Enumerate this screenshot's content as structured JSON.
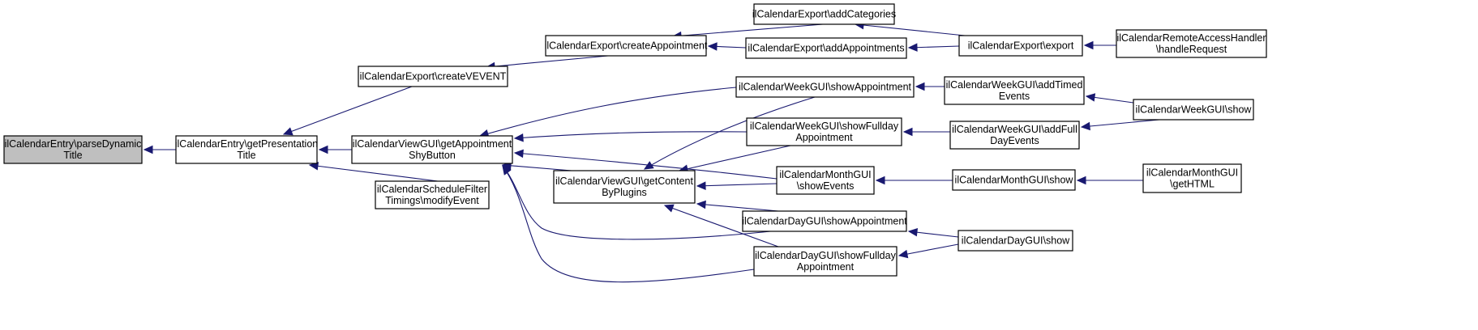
{
  "diagram": {
    "type": "caller-graph",
    "edge_color": "#191970",
    "root_fill": "#bfbfbf",
    "nodes": [
      {
        "id": "parseDynamicTitle",
        "lines": [
          "ilCalendarEntry\\parseDynamic",
          "Title"
        ],
        "root": true
      },
      {
        "id": "getPresentationTitle",
        "lines": [
          "ilCalendarEntry\\getPresentation",
          "Title"
        ]
      },
      {
        "id": "createVEVENT",
        "lines": [
          "ilCalendarExport\\createVEVENT"
        ]
      },
      {
        "id": "getAppointmentShyButton",
        "lines": [
          "ilCalendarViewGUI\\getAppointment",
          "ShyButton"
        ]
      },
      {
        "id": "modifyEvent",
        "lines": [
          "ilCalendarScheduleFilter",
          "Timings\\modifyEvent"
        ]
      },
      {
        "id": "createAppointment",
        "lines": [
          "ilCalendarExport\\createAppointment"
        ]
      },
      {
        "id": "addCategories",
        "lines": [
          "ilCalendarExport\\addCategories"
        ]
      },
      {
        "id": "addAppointments",
        "lines": [
          "ilCalendarExport\\addAppointments"
        ]
      },
      {
        "id": "export",
        "lines": [
          "ilCalendarExport\\export"
        ]
      },
      {
        "id": "handleRequest",
        "lines": [
          "ilCalendarRemoteAccessHandler",
          "\\handleRequest"
        ]
      },
      {
        "id": "weekShowAppointment",
        "lines": [
          "ilCalendarWeekGUI\\showAppointment"
        ]
      },
      {
        "id": "addTimedEvents",
        "lines": [
          "ilCalendarWeekGUI\\addTimed",
          "Events"
        ]
      },
      {
        "id": "weekShow",
        "lines": [
          "ilCalendarWeekGUI\\show"
        ]
      },
      {
        "id": "weekShowFullday",
        "lines": [
          "ilCalendarWeekGUI\\showFullday",
          "Appointment"
        ]
      },
      {
        "id": "addFullDayEvents",
        "lines": [
          "ilCalendarWeekGUI\\addFull",
          "DayEvents"
        ]
      },
      {
        "id": "monthShowEvents",
        "lines": [
          "ilCalendarMonthGUI",
          "\\showEvents"
        ]
      },
      {
        "id": "getContentByPlugins",
        "lines": [
          "ilCalendarViewGUI\\getContent",
          "ByPlugins"
        ]
      },
      {
        "id": "monthShow",
        "lines": [
          "ilCalendarMonthGUI\\show"
        ]
      },
      {
        "id": "monthGetHTML",
        "lines": [
          "ilCalendarMonthGUI",
          "\\getHTML"
        ]
      },
      {
        "id": "dayShowAppointment",
        "lines": [
          "ilCalendarDayGUI\\showAppointment"
        ]
      },
      {
        "id": "dayShow",
        "lines": [
          "ilCalendarDayGUI\\show"
        ]
      },
      {
        "id": "dayShowFullday",
        "lines": [
          "ilCalendarDayGUI\\showFullday",
          "Appointment"
        ]
      }
    ],
    "edges": [
      {
        "from": "getPresentationTitle",
        "to": "parseDynamicTitle"
      },
      {
        "from": "createVEVENT",
        "to": "getPresentationTitle"
      },
      {
        "from": "getAppointmentShyButton",
        "to": "getPresentationTitle"
      },
      {
        "from": "modifyEvent",
        "to": "getPresentationTitle"
      },
      {
        "from": "createAppointment",
        "to": "createVEVENT"
      },
      {
        "from": "addCategories",
        "to": "createAppointment"
      },
      {
        "from": "addAppointments",
        "to": "createAppointment"
      },
      {
        "from": "export",
        "to": "addCategories"
      },
      {
        "from": "export",
        "to": "addAppointments"
      },
      {
        "from": "handleRequest",
        "to": "export"
      },
      {
        "from": "weekShowAppointment",
        "to": "getAppointmentShyButton"
      },
      {
        "from": "weekShowFullday",
        "to": "getAppointmentShyButton"
      },
      {
        "from": "monthShowEvents",
        "to": "getAppointmentShyButton"
      },
      {
        "from": "getContentByPlugins",
        "to": "getAppointmentShyButton"
      },
      {
        "from": "dayShowAppointment",
        "to": "getAppointmentShyButton"
      },
      {
        "from": "dayShowFullday",
        "to": "getAppointmentShyButton"
      },
      {
        "from": "weekShowAppointment",
        "to": "getContentByPlugins"
      },
      {
        "from": "weekShowFullday",
        "to": "getContentByPlugins"
      },
      {
        "from": "monthShowEvents",
        "to": "getContentByPlugins"
      },
      {
        "from": "dayShowAppointment",
        "to": "getContentByPlugins"
      },
      {
        "from": "dayShowFullday",
        "to": "getContentByPlugins"
      },
      {
        "from": "addTimedEvents",
        "to": "weekShowAppointment"
      },
      {
        "from": "weekShow",
        "to": "addTimedEvents"
      },
      {
        "from": "addFullDayEvents",
        "to": "weekShowFullday"
      },
      {
        "from": "weekShow",
        "to": "addFullDayEvents"
      },
      {
        "from": "monthShow",
        "to": "monthShowEvents"
      },
      {
        "from": "monthGetHTML",
        "to": "monthShow"
      },
      {
        "from": "dayShow",
        "to": "dayShowAppointment"
      },
      {
        "from": "dayShow",
        "to": "dayShowFullday"
      }
    ]
  }
}
